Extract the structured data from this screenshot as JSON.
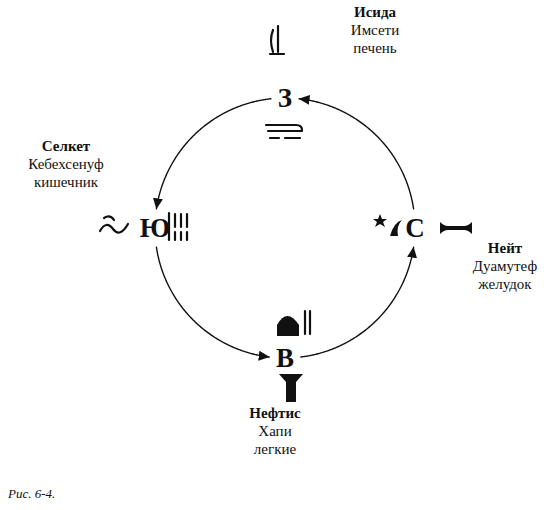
{
  "diagram": {
    "caption": "Рис. 6-4.",
    "nodes": [
      {
        "text": [
          "З"
        ]
      },
      {
        "text": [
          "Ю"
        ]
      },
      {
        "text": [
          "С"
        ]
      },
      {
        "text": [
          "В"
        ]
      }
    ],
    "edges": [
      {
        "from": 2,
        "to": 0,
        "arrow": "to"
      },
      {
        "from": 0,
        "to": 1,
        "arrow": "to"
      },
      {
        "from": 1,
        "to": 3,
        "arrow": "to"
      },
      {
        "from": 3,
        "to": 2,
        "arrow": "to"
      }
    ],
    "labels": [
      "Исида",
      "Имсети",
      "печень",
      "Селкет",
      "Кебехсенуф",
      "кишечник",
      "Нейт",
      "Дуамутеф",
      "желудок",
      "Нефтис",
      "Хапи",
      "легкие"
    ]
  }
}
